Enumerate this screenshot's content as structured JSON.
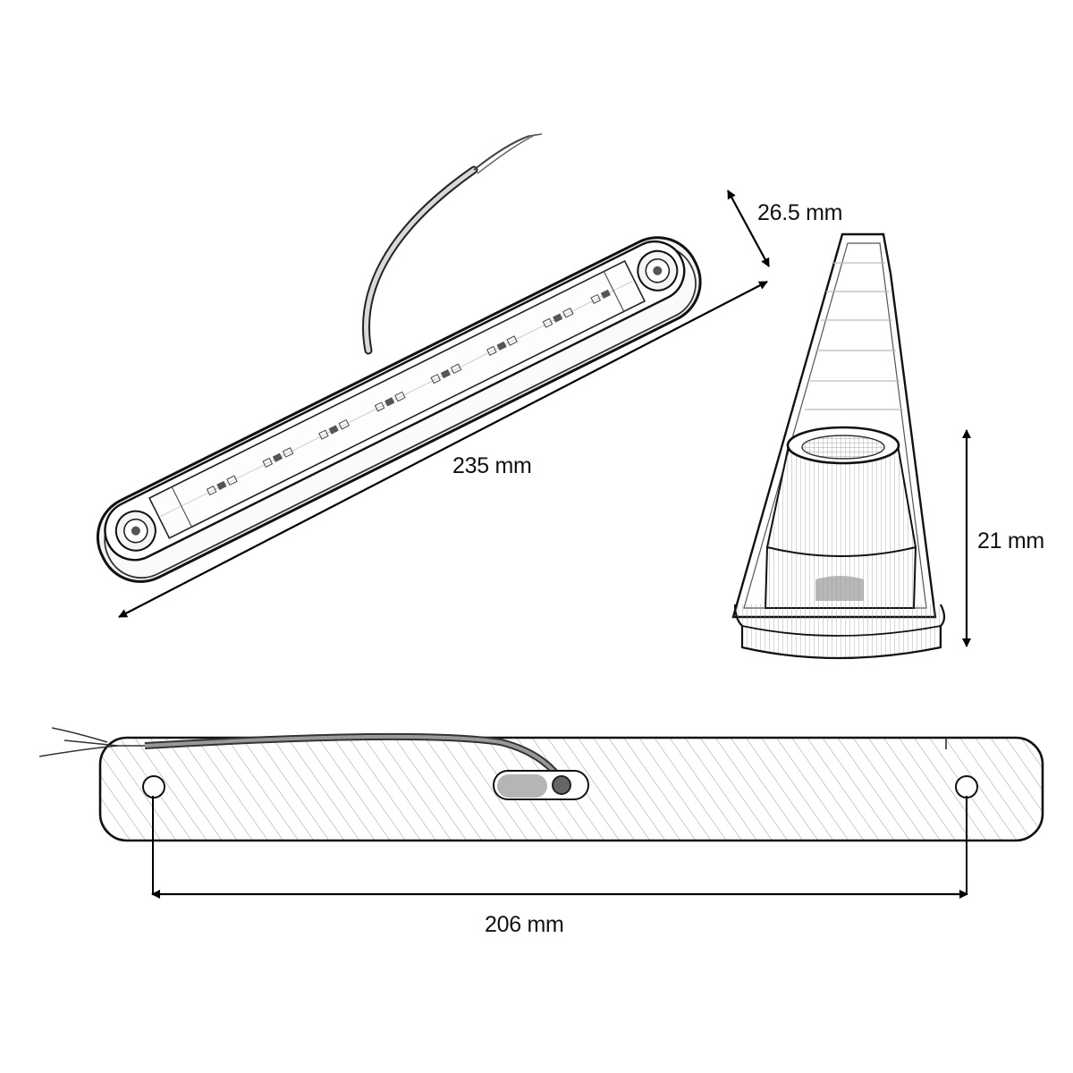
{
  "diagram": {
    "subject": "LED marker light bar",
    "views": [
      {
        "id": "isometric",
        "description": "angled top view with LED strip and cable"
      },
      {
        "id": "end-profile",
        "description": "tapered end profile view"
      },
      {
        "id": "bottom",
        "description": "base plate with mounting holes and cable exit"
      }
    ],
    "line_color": "#111111",
    "hatch_color": "#8a8a8a",
    "background": "#ffffff"
  },
  "dimensions": {
    "width": {
      "value": 26.5,
      "unit": "mm",
      "label": "26.5 mm"
    },
    "length": {
      "value": 235,
      "unit": "mm",
      "label": "235 mm"
    },
    "height": {
      "value": 21,
      "unit": "mm",
      "label": "21 mm"
    },
    "hole_spacing": {
      "value": 206,
      "unit": "mm",
      "label": "206 mm"
    }
  },
  "led_count_visible": 8
}
